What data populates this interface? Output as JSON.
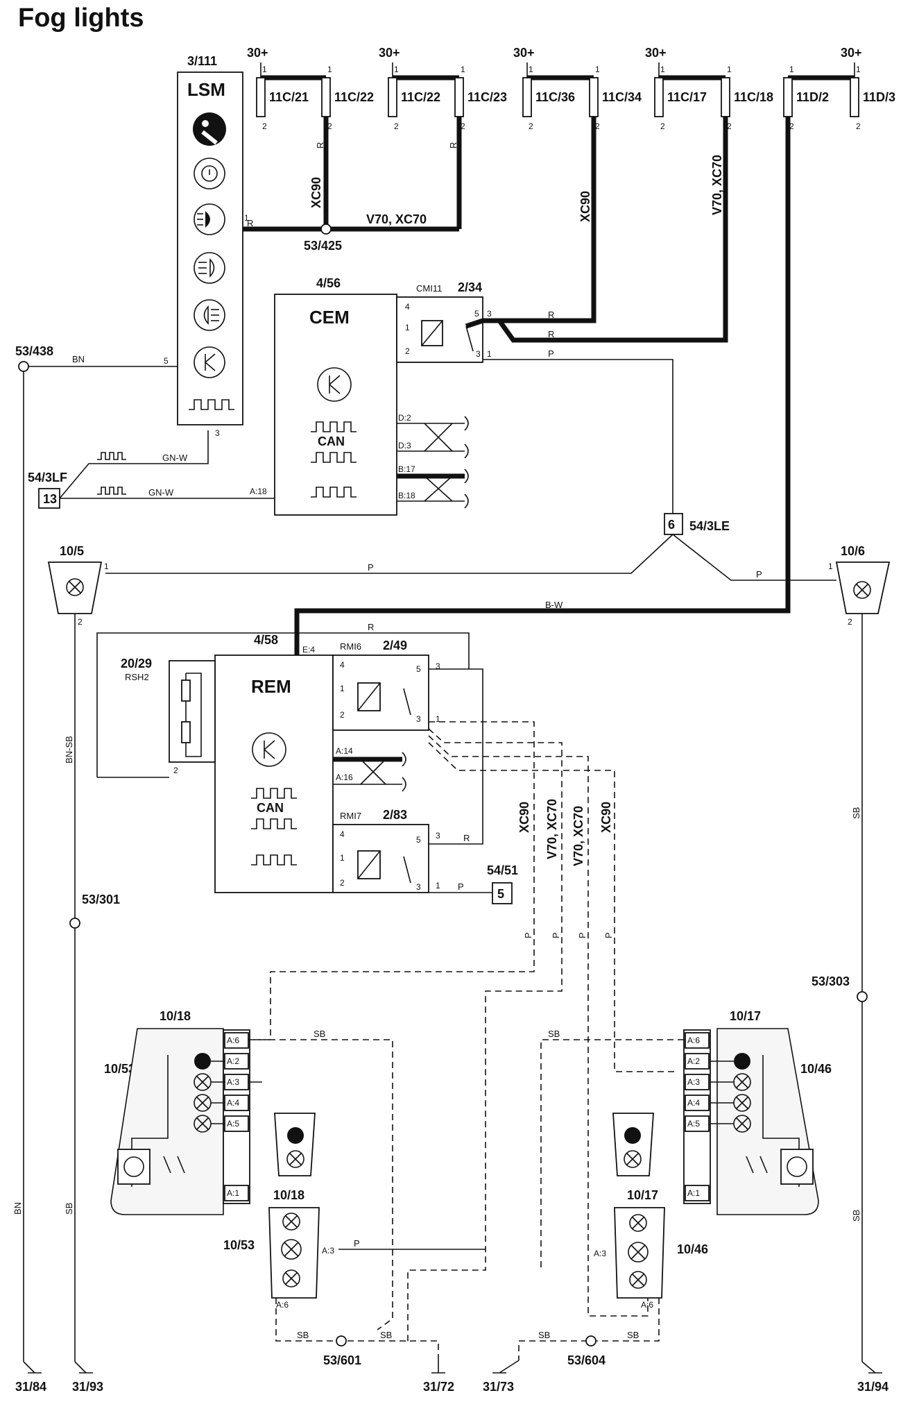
{
  "title": "Fog lights",
  "fuses": [
    {
      "top": "30+",
      "a": "11C/21",
      "b": "11C/22"
    },
    {
      "top": "30+",
      "a": "11C/22",
      "b": "11C/23"
    },
    {
      "top": "30+",
      "a": "11C/36",
      "b": "11C/34"
    },
    {
      "top": "30+",
      "a": "11C/17",
      "b": "11C/18"
    },
    {
      "top": "30+",
      "a": "11D/2",
      "b": "11D/3"
    }
  ],
  "modules": {
    "lsm": {
      "id": "3/111",
      "name": "LSM"
    },
    "cem": {
      "id": "4/56",
      "name": "CEM",
      "can": "CAN",
      "relay_conn": "CMI11",
      "relay_id": "2/34"
    },
    "rem": {
      "id": "4/58",
      "name": "REM",
      "can": "CAN"
    },
    "rmi6": {
      "conn": "RMI6",
      "id": "2/49"
    },
    "rmi7": {
      "conn": "RMI7",
      "id": "2/83"
    },
    "rsh2": {
      "id": "20/29",
      "name": "RSH2"
    }
  },
  "labels": {
    "j_53_425": "53/425",
    "j_53_438": "53/438",
    "j_53_301": "53/301",
    "j_53_303": "53/303",
    "j_53_601": "53/601",
    "j_53_604": "53/604",
    "c_54_3lf": "54/3LF",
    "c_54_3lf_n": "13",
    "c_54_3le": "54/3LE",
    "c_54_3le_n": "6",
    "c_54_51": "54/51",
    "c_54_51_n": "5",
    "l_10_5": "10/5",
    "l_10_6": "10/6",
    "g_31_84": "31/84",
    "g_31_93": "31/93",
    "g_31_72": "31/72",
    "g_31_73": "31/73",
    "g_31_94": "31/94",
    "m_10_18": "10/18",
    "m_10_53": "10/53",
    "m_10_17": "10/17",
    "m_10_46": "10/46"
  },
  "variants": {
    "xc90": "XC90",
    "v70xc70": "V70, XC70"
  },
  "wire_colors": {
    "bn": "BN",
    "gnw": "GN-W",
    "r": "R",
    "p": "P",
    "bw": "B-W",
    "bnsb": "BN-SB",
    "sb": "SB"
  },
  "cem_pins": [
    "D:2",
    "D:3",
    "B:17",
    "B:18",
    "A:18"
  ],
  "rem_pins": [
    "E:4",
    "A:14",
    "A:16"
  ],
  "lamp_pins": [
    "A:6",
    "A:2",
    "A:3",
    "A:4",
    "A:5",
    "A:1"
  ],
  "mini_pins": {
    "a3": "A:3",
    "a6": "A:6"
  },
  "pin_numbers": {
    "p1": "1",
    "p2": "2",
    "p3": "3",
    "p4": "4",
    "p5": "5"
  }
}
